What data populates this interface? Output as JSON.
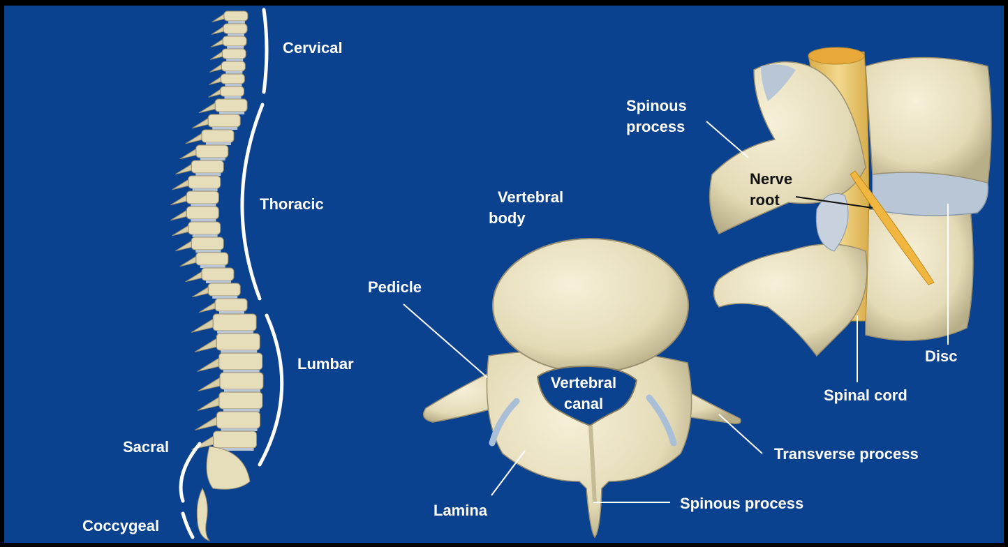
{
  "labels": {
    "cervical": "Cervical",
    "thoracic": "Thoracic",
    "lumbar": "Lumbar",
    "sacral": "Sacral",
    "coccygeal": "Coccygeal",
    "vertebral_body_1": "Vertebral",
    "vertebral_body_2": "body",
    "pedicle": "Pedicle",
    "vertebral_canal_1": "Vertebral",
    "vertebral_canal_2": "canal",
    "lamina": "Lamina",
    "spinous_process_top": "Spinous process",
    "transverse_process": "Transverse process",
    "spinous_process_side_1": "Spinous",
    "spinous_process_side_2": "process",
    "nerve_root_1": "Nerve",
    "nerve_root_2": "root",
    "disc": "Disc",
    "spinal_cord": "Spinal cord"
  },
  "colors": {
    "background": "#0b4290",
    "frame": "#000000",
    "bone": "#e8e0bf",
    "disc": "#b9c6d6",
    "cord": "#e9c66a",
    "nerve": "#f0b640"
  }
}
